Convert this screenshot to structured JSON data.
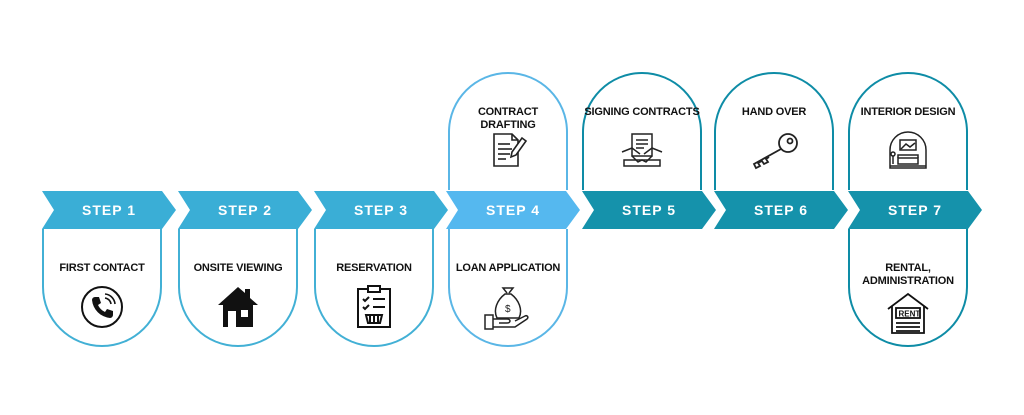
{
  "steps": [
    {
      "label": "STEP 1",
      "color": "#3aaed6",
      "bottom_task": "FIRST CONTACT",
      "bottom_icon": "phone-icon"
    },
    {
      "label": "STEP 2",
      "color": "#3aaed6",
      "bottom_task": "ONSITE VIEWING",
      "bottom_icon": "house-icon"
    },
    {
      "label": "STEP 3",
      "color": "#3aaed6",
      "bottom_task": "RESERVATION",
      "bottom_icon": "checklist-icon"
    },
    {
      "label": "STEP 4",
      "color": "#55b8ef",
      "top_task": "CONTRACT DRAFTING",
      "top_icon": "document-pen-icon",
      "bottom_task": "LOAN APPLICATION",
      "bottom_icon": "money-bag-hand-icon"
    },
    {
      "label": "STEP 5",
      "color": "#1592ab",
      "top_task": "SIGNING CONTRACTS",
      "top_icon": "handshake-contract-icon"
    },
    {
      "label": "STEP 6",
      "color": "#1592ab",
      "top_task": "HAND OVER",
      "top_icon": "key-icon"
    },
    {
      "label": "STEP 7",
      "color": "#1592ab",
      "top_task": "INTERIOR DESIGN",
      "top_icon": "interior-room-icon",
      "bottom_task": "RENTAL, ADMINISTRATION",
      "bottom_icon": "rent-house-icon"
    }
  ]
}
